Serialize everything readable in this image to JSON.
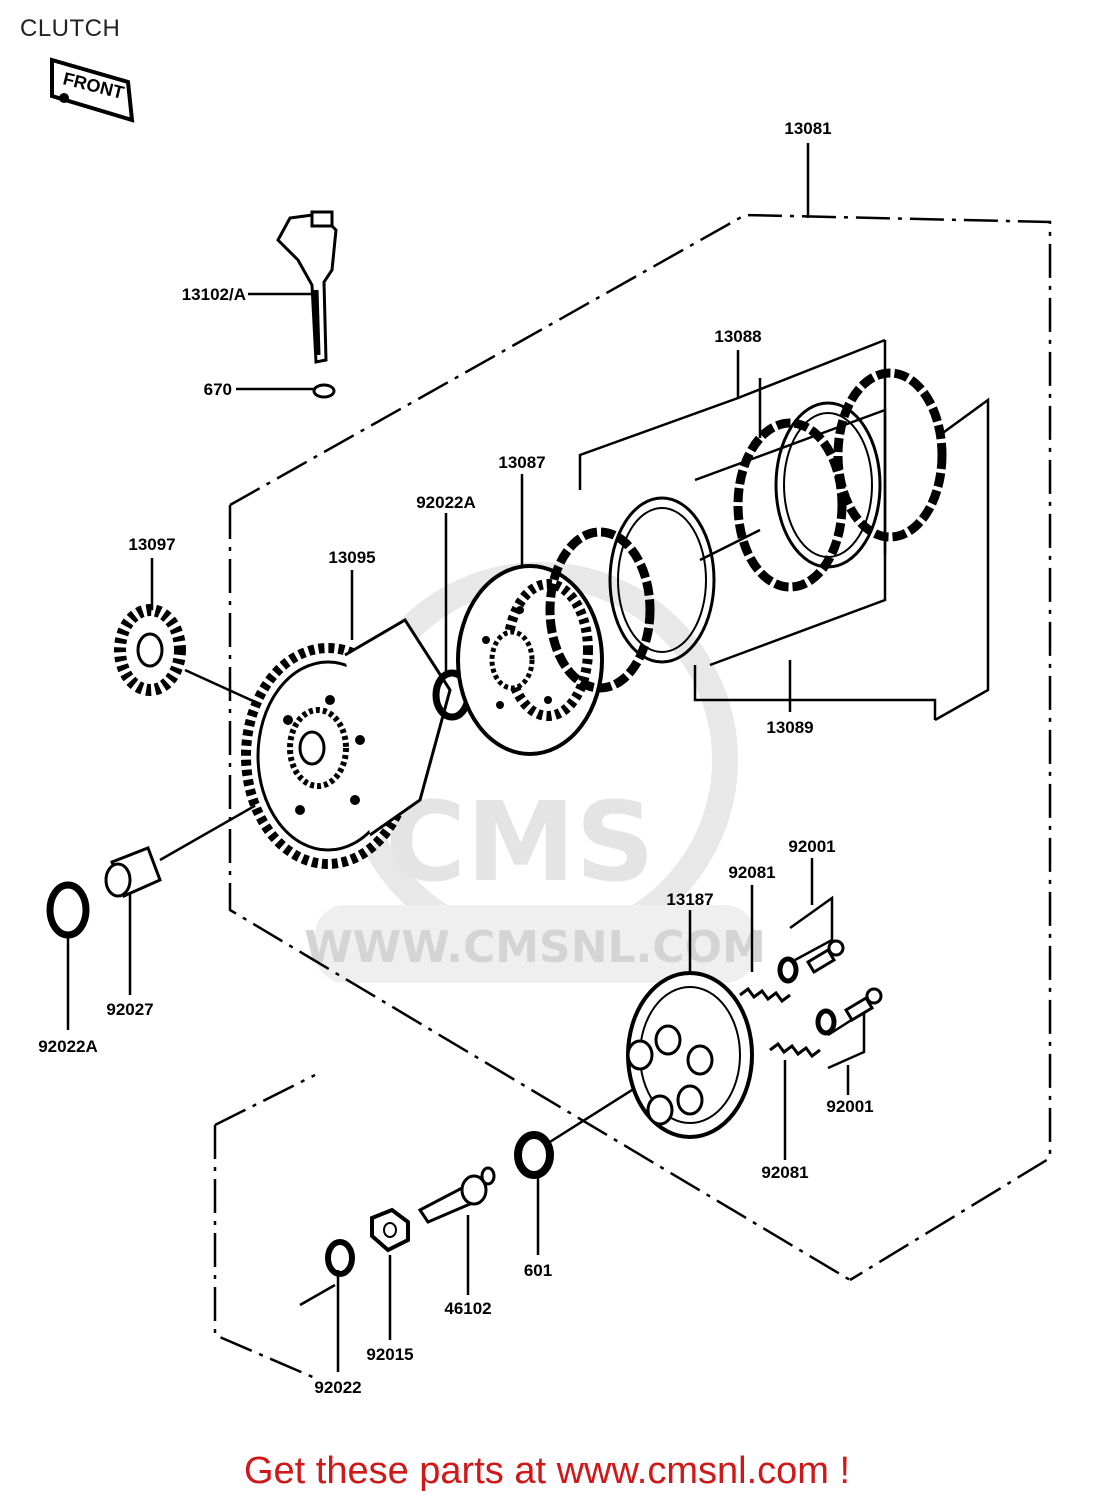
{
  "title": "CLUTCH",
  "front_label": "FRONT",
  "watermark": {
    "logo": "CMS",
    "url": "WWW.CMSNL.COM"
  },
  "labels": {
    "p13081": "13081",
    "p13102a": "13102/A",
    "p670": "670",
    "p13088": "13088",
    "p13087": "13087",
    "p92022a_top": "92022A",
    "p13097": "13097",
    "p13095": "13095",
    "p13089": "13089",
    "p92001_top": "92001",
    "p92081_top": "92081",
    "p13187": "13187",
    "p92027": "92027",
    "p92022a_bottom": "92022A",
    "p92001_bottom": "92001",
    "p92081_bottom": "92081",
    "p601": "601",
    "p46102": "46102",
    "p92015": "92015",
    "p92022": "92022"
  },
  "footer": "Get these parts at www.cmsnl.com !",
  "colors": {
    "footer": "#d01818",
    "line": "#000000",
    "watermark": "#e4e4e4"
  }
}
